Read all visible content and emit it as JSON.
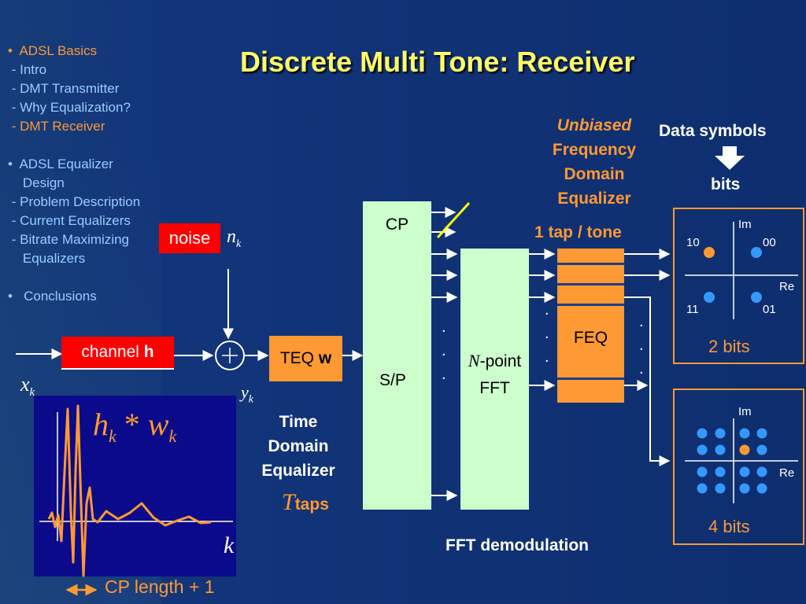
{
  "title": "Discrete Multi Tone: Receiver",
  "outline": [
    {
      "text": "•  ADSL Basics",
      "cls": "o"
    },
    {
      "text": " - Intro",
      "cls": "b"
    },
    {
      "text": " - DMT Transmitter",
      "cls": "b"
    },
    {
      "text": " - Why Equalization?",
      "cls": "b"
    },
    {
      "text": " - DMT Receiver",
      "cls": "o"
    },
    {
      "text": "",
      "cls": "b"
    },
    {
      "text": "•  ADSL Equalizer",
      "cls": "b"
    },
    {
      "text": "    Design",
      "cls": "b"
    },
    {
      "text": " - Problem Description",
      "cls": "b"
    },
    {
      "text": " - Current Equalizers",
      "cls": "b"
    },
    {
      "text": " - Bitrate Maximizing",
      "cls": "b"
    },
    {
      "text": "    Equalizers",
      "cls": "b"
    },
    {
      "text": "",
      "cls": "b"
    },
    {
      "text": "•   Conclusions",
      "cls": "b"
    }
  ],
  "noise": {
    "label": "noise",
    "symbol": "n",
    "sub": "k"
  },
  "channel": {
    "label": "channel ",
    "bold": "h"
  },
  "input": {
    "symbol": "x",
    "sub": "k"
  },
  "output": {
    "symbol": "y",
    "sub": "k"
  },
  "teq": {
    "label": "TEQ ",
    "bold": "w",
    "caption": [
      "Time",
      "Domain",
      "Equalizer"
    ],
    "taps_symbol": "T",
    "taps_label": "taps"
  },
  "sp": {
    "cp": "CP",
    "label": "S/P"
  },
  "fft": {
    "symbol": "N",
    "label_1": "-point",
    "label_2": "FFT",
    "caption": "FFT demodulation"
  },
  "feq": {
    "label": "FEQ",
    "heading": [
      "Unbiased",
      "Frequency",
      "Domain",
      "Equalizer"
    ],
    "taps": "1 tap / tone"
  },
  "data_symbols": {
    "top": "Data symbols",
    "bottom": "bits"
  },
  "constellation_2bit": {
    "im": "Im",
    "re": "Re",
    "labels": [
      "10",
      "00",
      "11",
      "01"
    ],
    "caption": "2 bits"
  },
  "constellation_4bit": {
    "im": "Im",
    "re": "Re",
    "caption": "4 bits"
  },
  "impulse_plot": {
    "h": "h",
    "h_sub": "k",
    "op": "*",
    "w": "w",
    "w_sub": "k",
    "axis": "k",
    "cp_label": "CP length + 1"
  },
  "colors": {
    "title": "#ffff66",
    "accent": "#ff9933",
    "box_red": "#ff0000",
    "box_green": "#ccffcc",
    "dot_blue": "#3399ff"
  }
}
